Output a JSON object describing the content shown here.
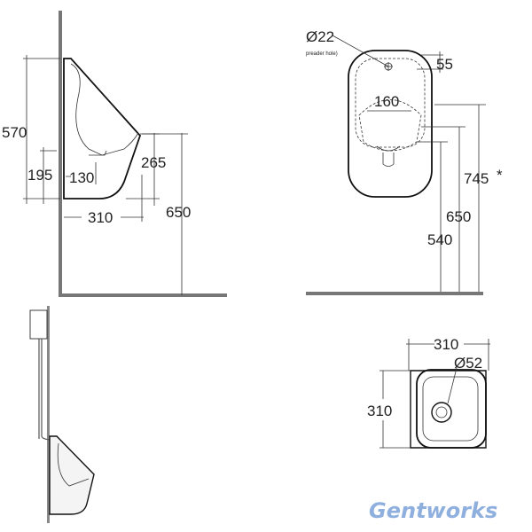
{
  "side_view": {
    "dims": {
      "top_height": "570",
      "trap_height": "195",
      "outlet": "130",
      "lip_height": "265",
      "rim_height": "650",
      "depth": "310"
    }
  },
  "front_view": {
    "dims": {
      "spreader_dia": "Ø22",
      "spreader_note": "preader hole)",
      "top_offset": "55",
      "fixing_width": "160",
      "height_745": "745",
      "asterisk": "*",
      "height_650": "650",
      "height_540": "540"
    }
  },
  "top_view": {
    "dims": {
      "width": "310",
      "depth": "310",
      "waste_dia": "Ø52"
    }
  },
  "brand": {
    "logo": "Gentworks",
    "color": "#8fb0de"
  }
}
